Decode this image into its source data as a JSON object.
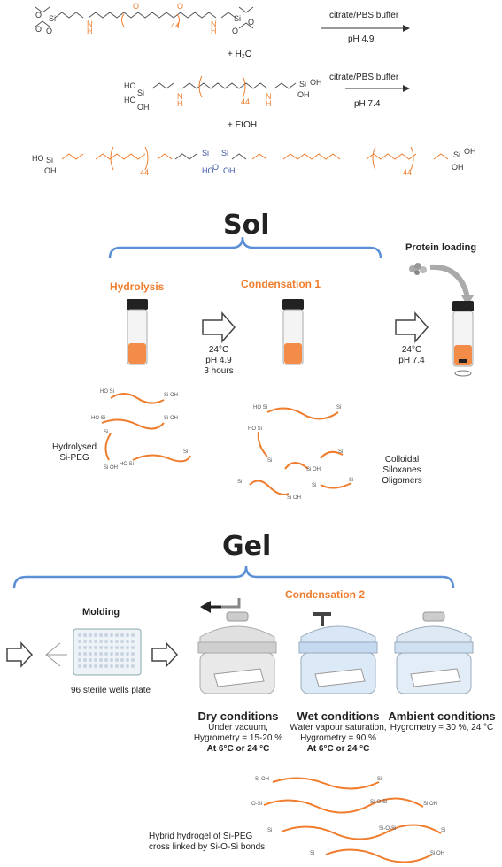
{
  "reaction": {
    "step1": {
      "buffer": "citrate/PBS buffer",
      "ph": "pH 4.9",
      "add": "+ H₂O"
    },
    "step2": {
      "buffer": "citrate/PBS buffer",
      "ph": "pH 7.4",
      "add": "+ EtOH"
    },
    "repeat_n": "44"
  },
  "sol": {
    "title": "Sol",
    "hydrolysis": "Hydrolysis",
    "condensation1": "Condensation 1",
    "protein_loading": "Protein loading",
    "cond1_params": [
      "24°C",
      "pH 4.9",
      "3 hours"
    ],
    "protein_params": [
      "24°C",
      "pH 7.4"
    ],
    "hydrolysed_label": [
      "Hydrolysed",
      "Si-PEG"
    ],
    "colloidal_label": [
      "Colloidal",
      "Siloxanes",
      "Oligomers"
    ]
  },
  "gel": {
    "title": "Gel",
    "molding": "Molding",
    "condensation2": "Condensation 2",
    "plate_label": "96 sterile wells plate",
    "dry": {
      "title": "Dry conditions",
      "lines": [
        "Under vacuum,",
        "Hygrometry = 15-20 %"
      ],
      "temp": "At 6°C or 24 °C"
    },
    "wet": {
      "title": "Wet conditions",
      "lines": [
        "Water vapour saturation,",
        "Hygrometry = 90 %"
      ],
      "temp": "At 6°C or 24 °C"
    },
    "ambient": {
      "title": "Ambient conditions",
      "lines": [
        "Hygrometry = 30 %, 24 °C"
      ]
    },
    "hybrid_label": [
      "Hybrid hydrogel of Si-PEG",
      "cross linked by Si-O-Si bonds"
    ]
  },
  "colors": {
    "accent": "#ef7d2d",
    "bracket": "#5b8fd6",
    "arrow": "#555555"
  }
}
